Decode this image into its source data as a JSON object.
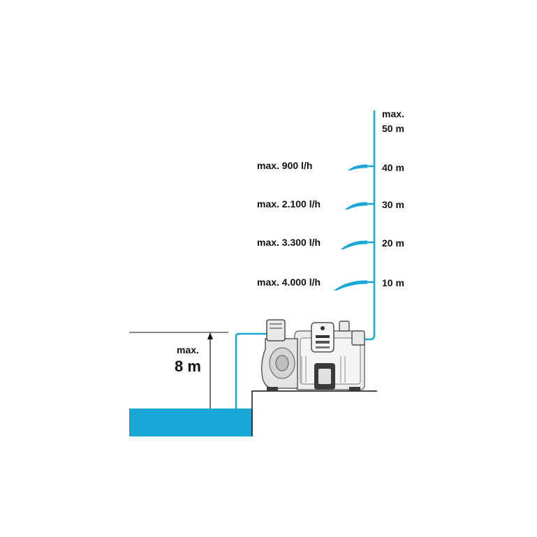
{
  "colors": {
    "water": "#1aa6d6",
    "pipe": "#1aa6d6",
    "ink": "#111111",
    "pump_body": "#e9e9e9",
    "pump_dark": "#3a3a3a"
  },
  "max_height": {
    "line1": "max.",
    "line2": "50 m"
  },
  "suction": {
    "line1": "max.",
    "line2": "8 m"
  },
  "levels": [
    {
      "height": "40 m",
      "flow": "max. 900 l/h"
    },
    {
      "height": "30 m",
      "flow": "max. 2.100 l/h"
    },
    {
      "height": "20 m",
      "flow": "max. 3.300 l/h"
    },
    {
      "height": "10 m",
      "flow": "max. 4.000 l/h"
    }
  ]
}
